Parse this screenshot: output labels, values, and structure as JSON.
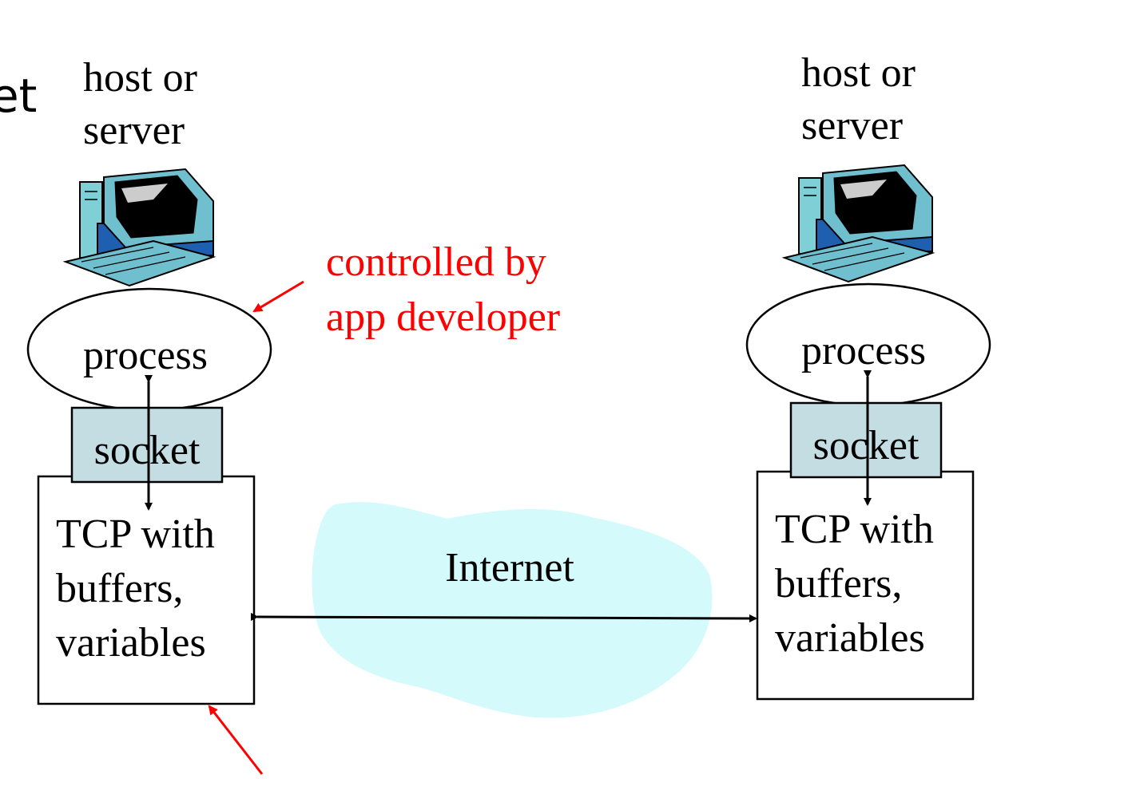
{
  "title_fragment": "et",
  "colors": {
    "annotation": "#ff0000",
    "cloud": "#d4fafc",
    "socket_fill": "#c3dde3",
    "stroke": "#000000"
  },
  "left_host": {
    "label_line1": "host or",
    "label_line2": "server",
    "process_label": "process",
    "socket_label": "socket",
    "tcp_line1": "TCP with",
    "tcp_line2": "buffers,",
    "tcp_line3": "variables"
  },
  "right_host": {
    "label_line1": "host or",
    "label_line2": "server",
    "process_label": "process",
    "socket_label": "socket",
    "tcp_line1": "TCP with",
    "tcp_line2": "buffers,",
    "tcp_line3": "variables"
  },
  "annotation": {
    "line1": "controlled by",
    "line2": "app developer"
  },
  "network": {
    "label": "Internet"
  },
  "icons": [
    "computer-icon",
    "computer-icon"
  ]
}
